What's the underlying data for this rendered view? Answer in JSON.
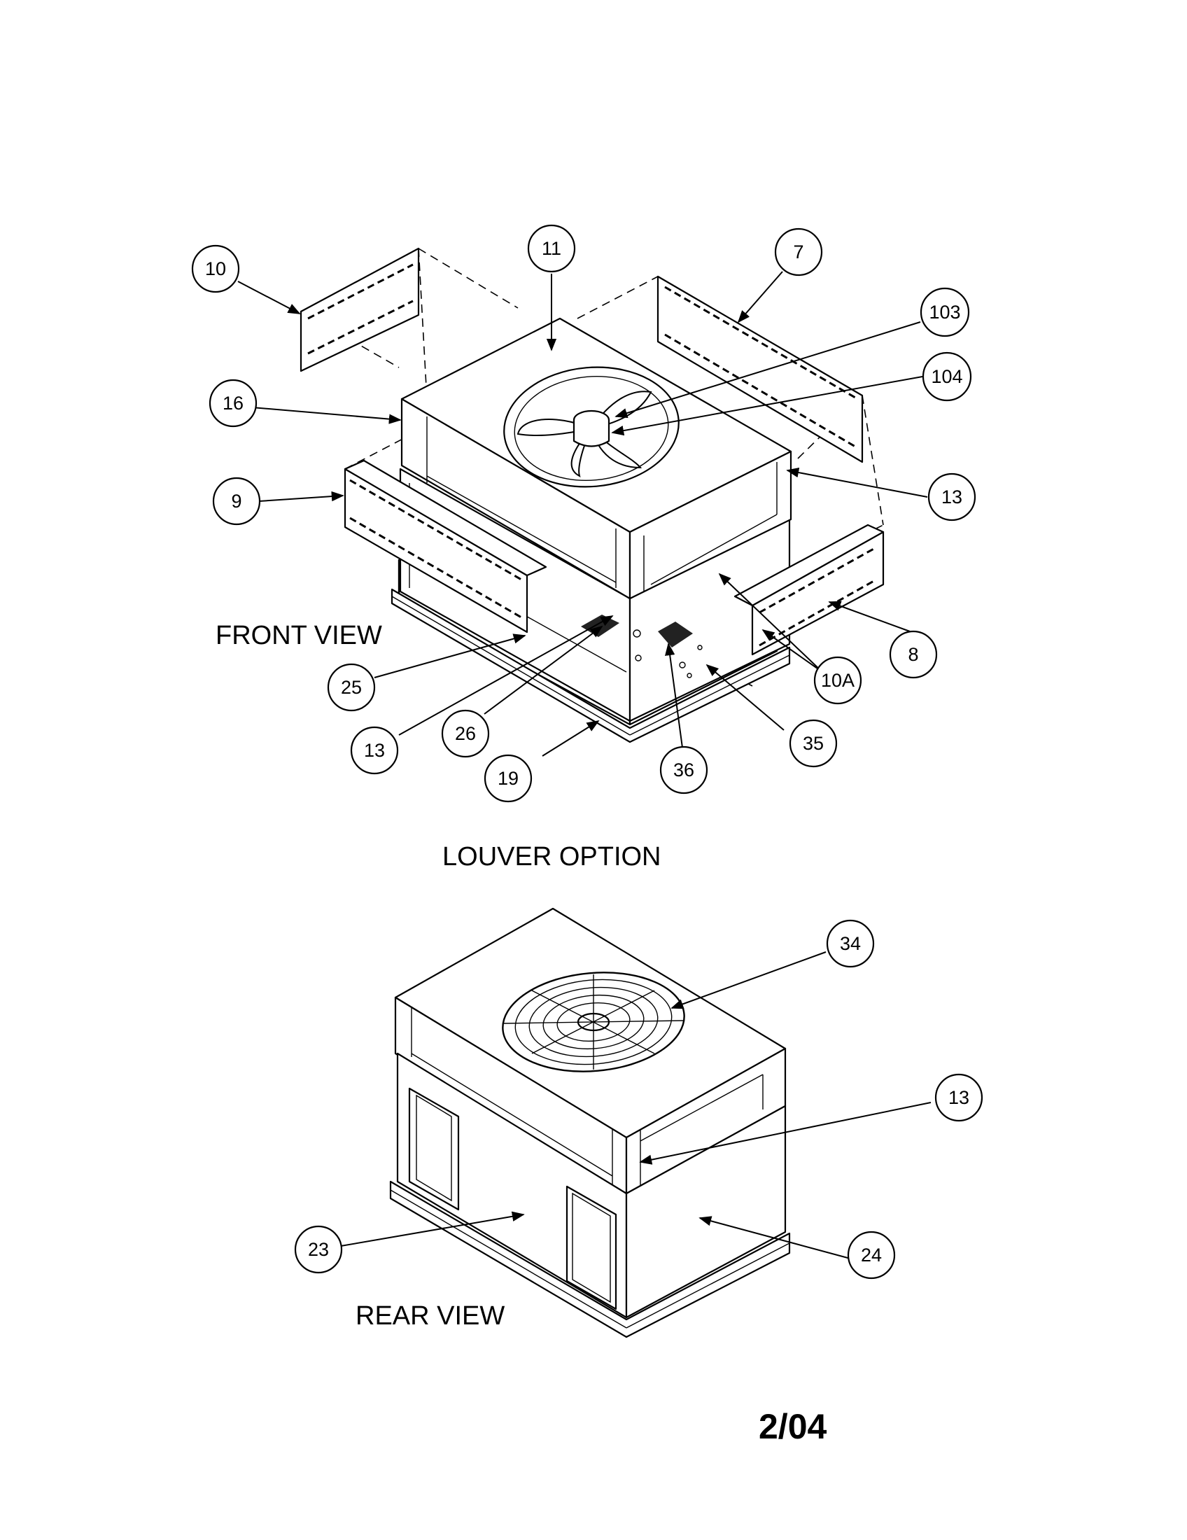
{
  "labels": {
    "front_view": "FRONT VIEW",
    "louver_option": "LOUVER OPTION",
    "rear_view": "REAR VIEW",
    "date_code": "2/04"
  },
  "callouts": {
    "c10": "10",
    "c11": "11",
    "c7": "7",
    "c103": "103",
    "c104": "104",
    "c16": "16",
    "c9": "9",
    "c13a": "13",
    "c8": "8",
    "c10a": "10A",
    "c25": "25",
    "c13b": "13",
    "c26": "26",
    "c19": "19",
    "c36": "36",
    "c35": "35",
    "c34": "34",
    "c13c": "13",
    "c23": "23",
    "c24": "24"
  }
}
